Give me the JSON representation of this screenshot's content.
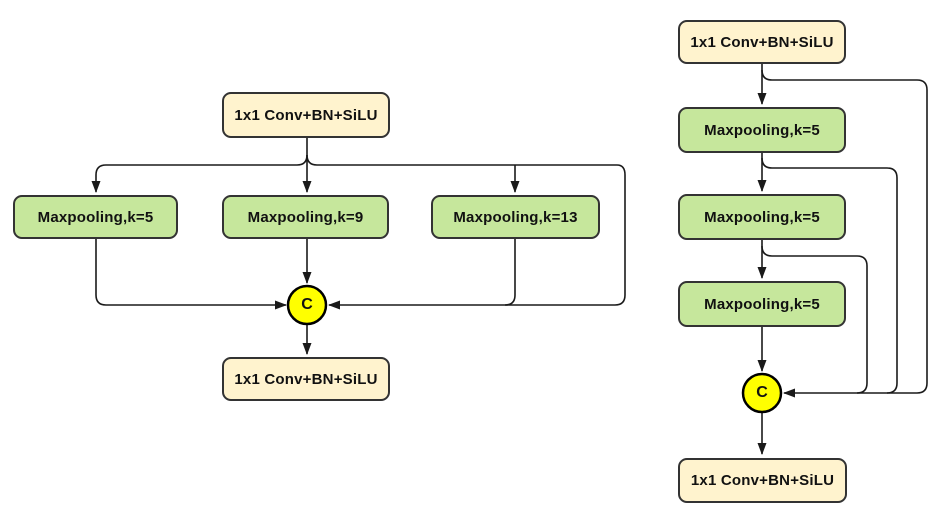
{
  "colors": {
    "background": "#ffffff",
    "conv_fill": "#FFF3CE",
    "conv_border": "#333333",
    "pool_fill": "#C6E79C",
    "pool_border": "#333333",
    "concat_fill": "#FFFF00",
    "concat_border": "#000000",
    "line": "#1a1a1a"
  },
  "left": {
    "top_conv": "1x1 Conv+BN+SiLU",
    "pools": [
      "Maxpooling,k=5",
      "Maxpooling,k=9",
      "Maxpooling,k=13"
    ],
    "concat": "C",
    "bottom_conv": "1x1 Conv+BN+SiLU"
  },
  "right": {
    "top_conv": "1x1 Conv+BN+SiLU",
    "pools": [
      "Maxpooling,k=5",
      "Maxpooling,k=5",
      "Maxpooling,k=5"
    ],
    "concat": "C",
    "bottom_conv": "1x1 Conv+BN+SiLU"
  }
}
